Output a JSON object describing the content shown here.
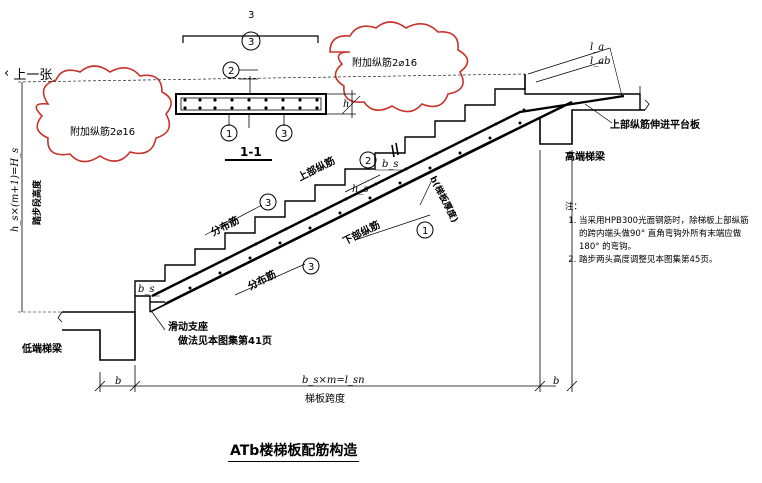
{
  "nav": {
    "back_label": "上一张",
    "back_icon": "chevron-left-icon"
  },
  "section": {
    "title": "1-1",
    "callout_top": "3",
    "callout_2": "2",
    "callout_1": "1",
    "callout_3": "3",
    "dim_h": "h"
  },
  "clouds": {
    "left_text": "附加纵筋2⌀16",
    "right_text": "附加纵筋2⌀16"
  },
  "labels": {
    "top_bar_extend": "上部纵筋伸进平台板",
    "high_beam": "高端梯梁",
    "low_beam": "低端梯梁",
    "upper_bar": "上部纵筋",
    "lower_bar": "下部纵筋",
    "dist_bar_1": "分布筋",
    "dist_bar_2": "分布筋",
    "slab_thk": "h(梯板厚度)",
    "sliding": "滑动支座",
    "sliding_ref": "做法见本图集第41页",
    "vert_dim": "h_s×(m+1)=H_s",
    "step_height": "踏步段高度",
    "span_dim": "b_s×m=l_sn",
    "span_label": "梯板跨度",
    "b_left": "b",
    "b_right": "b",
    "bs_top": "b_s",
    "bs_bottom": "b_s",
    "hs": "h_s",
    "la": "l_a",
    "lab": "l_ab",
    "c1": "1",
    "c2": "2",
    "c3a": "3",
    "c3b": "3"
  },
  "notes": {
    "title": "注：",
    "items": [
      "当采用HPB300光面钢筋时，除梯板上部纵筋的跨内端头做90° 直角弯钩外所有末端应做180° 的弯钩。",
      "踏步两头高度调整见本图集第45页。"
    ]
  },
  "caption": "ATb楼梯板配筋构造"
}
